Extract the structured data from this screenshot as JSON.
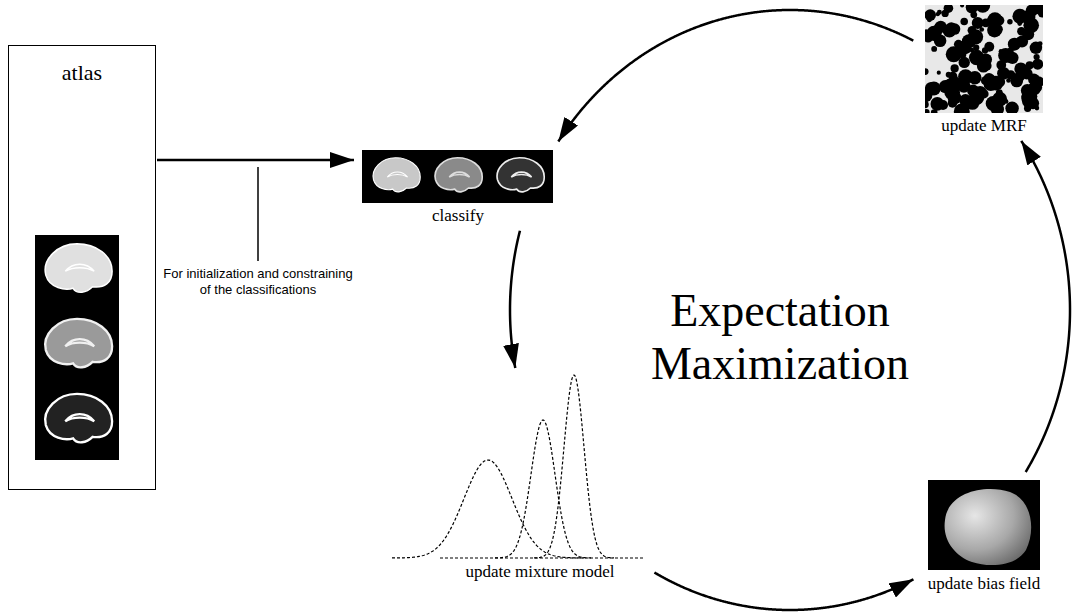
{
  "diagram": {
    "nodes": [
      {
        "text": [
          "atlas"
        ]
      },
      {
        "text": [
          "classify"
        ]
      },
      {
        "text": [
          "update MRF"
        ]
      },
      {
        "text": [
          "update mixture model"
        ]
      },
      {
        "text": [
          "update bias field"
        ]
      }
    ],
    "edges": [
      {
        "from": 0,
        "to": 1,
        "arrow": "to"
      },
      {
        "from": 1,
        "to": 3,
        "arrow": "to"
      },
      {
        "from": 3,
        "to": 4,
        "arrow": "to"
      },
      {
        "from": 4,
        "to": 2,
        "arrow": "to"
      },
      {
        "from": 2,
        "to": 1,
        "arrow": "to"
      }
    ],
    "labels": [
      "For initialization and constraining of the classifications",
      "Expectation Maximization"
    ]
  }
}
